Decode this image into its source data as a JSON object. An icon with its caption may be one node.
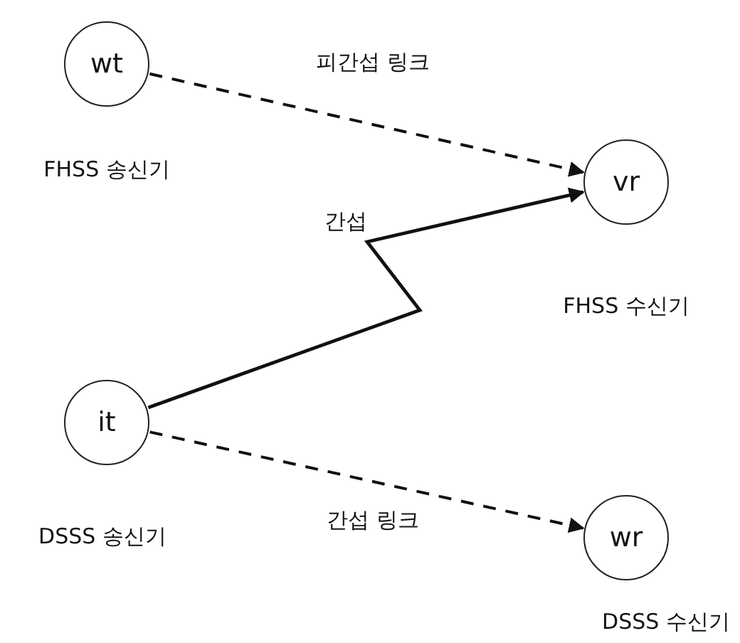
{
  "diagram": {
    "nodes": [
      {
        "text": [
          "wt"
        ],
        "beside": [
          "FHSS 송신기"
        ]
      },
      {
        "text": [
          "vr"
        ],
        "beside": [
          "FHSS 수신기"
        ]
      },
      {
        "text": [
          "it"
        ],
        "beside": [
          "DSSS 송신기"
        ]
      },
      {
        "text": [
          "wr"
        ],
        "beside": [
          "DSSS 수신기"
        ]
      }
    ],
    "edges": [
      {
        "from": 0,
        "to": 1,
        "arrow": "to",
        "style": "dashed",
        "label": "피간섭 링크"
      },
      {
        "from": 2,
        "to": 1,
        "arrow": "to",
        "label": "간섭"
      },
      {
        "from": 2,
        "to": 3,
        "arrow": "to",
        "style": "dashed",
        "label": "간섭 링크"
      }
    ]
  }
}
